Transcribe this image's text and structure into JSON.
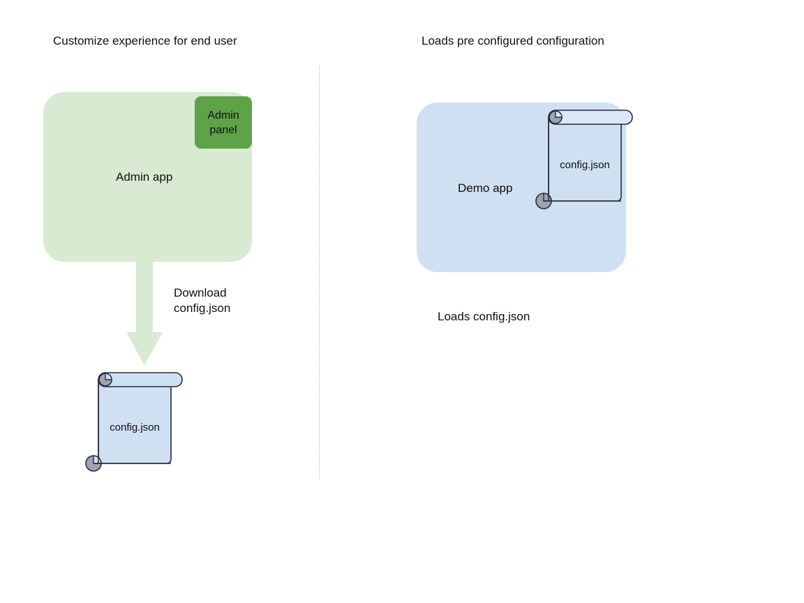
{
  "diagram": {
    "background": "#ffffff",
    "colors": {
      "app_green_fill": "#d9ead3",
      "admin_panel_green": "#5fa349",
      "app_blue_fill": "#cfe0f3",
      "scroll_fill": "#cfe0f3",
      "scroll_stroke": "#2a2a3a",
      "scroll_roll_gray": "#9aa5b1",
      "divider_gray": "#b9b9b9",
      "text": "#0f0f0f"
    },
    "left_column": {
      "heading": "Customize experience for end user",
      "app": {
        "label": "Admin app",
        "panel": {
          "label": "Admin\npanel"
        }
      },
      "arrow": {
        "name": "download-arrow",
        "label": "Download\nconfig.json",
        "direction": "down"
      },
      "document": {
        "label": "config.json",
        "type": "scroll"
      }
    },
    "right_column": {
      "heading": "Loads pre configured configuration",
      "app": {
        "label": "Demo app"
      },
      "document": {
        "label": "config.json",
        "type": "scroll"
      },
      "caption": "Loads config.json"
    },
    "divider": {
      "name": "vertical-dotted-divider",
      "style": "dotted"
    }
  }
}
